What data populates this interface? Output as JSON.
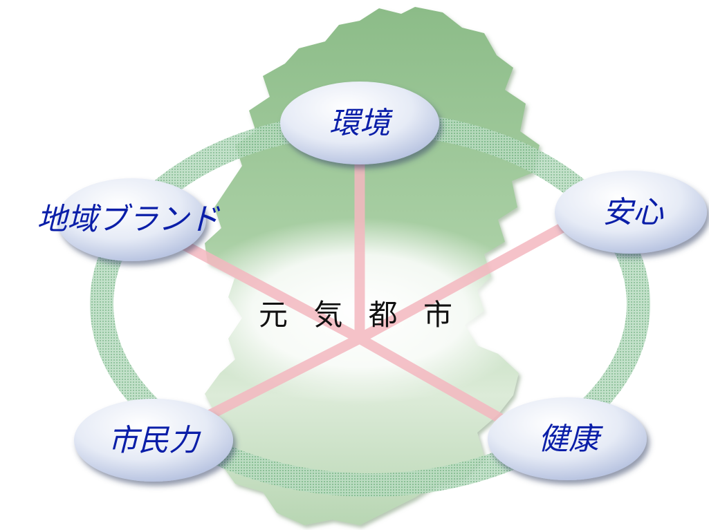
{
  "diagram": {
    "center": {
      "label": "元 気 都 市"
    },
    "nodes": [
      {
        "id": "environment",
        "label": "環境"
      },
      {
        "id": "safety",
        "label": "安心"
      },
      {
        "id": "health",
        "label": "健康"
      },
      {
        "id": "citizen-power",
        "label": "市民力"
      },
      {
        "id": "regional-brand",
        "label": "地域ブランド"
      }
    ],
    "colors": {
      "map_green": "#9fc79b",
      "ring_green": "#8fc49a",
      "spoke_pink": "#f4b8c0",
      "node_fill_light": "#ffffff",
      "node_fill_dark": "#b9c7e6",
      "label_blue": "#0a1ea8",
      "center_text": "#111111"
    }
  }
}
